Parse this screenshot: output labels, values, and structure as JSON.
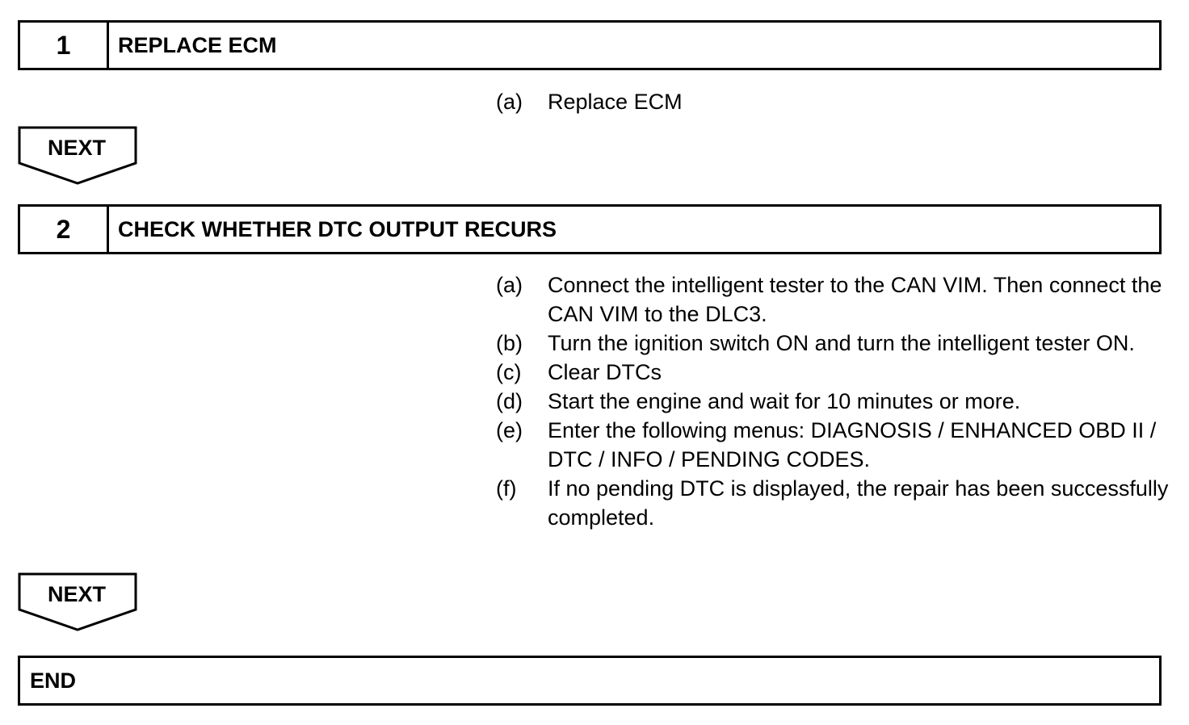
{
  "steps": [
    {
      "number": "1",
      "title": "REPLACE ECM",
      "instructions": [
        {
          "letter": "(a)",
          "text": "Replace ECM"
        }
      ],
      "next_label": "NEXT"
    },
    {
      "number": "2",
      "title": "CHECK WHETHER DTC OUTPUT RECURS",
      "instructions": [
        {
          "letter": "(a)",
          "text": "Connect the intelligent tester to the CAN VIM. Then connect the CAN VIM to the DLC3."
        },
        {
          "letter": "(b)",
          "text": "Turn the ignition switch ON and turn the intelligent tester ON."
        },
        {
          "letter": "(c)",
          "text": "Clear DTCs"
        },
        {
          "letter": "(d)",
          "text": "Start the engine and wait for 10 minutes or more."
        },
        {
          "letter": "(e)",
          "text": "Enter the following menus: DIAGNOSIS / ENHANCED OBD II / DTC / INFO / PENDING CODES."
        },
        {
          "letter": "(f)",
          "text": "If no pending DTC is displayed, the repair has been successfully completed."
        }
      ],
      "next_label": "NEXT"
    }
  ],
  "end_label": "END"
}
